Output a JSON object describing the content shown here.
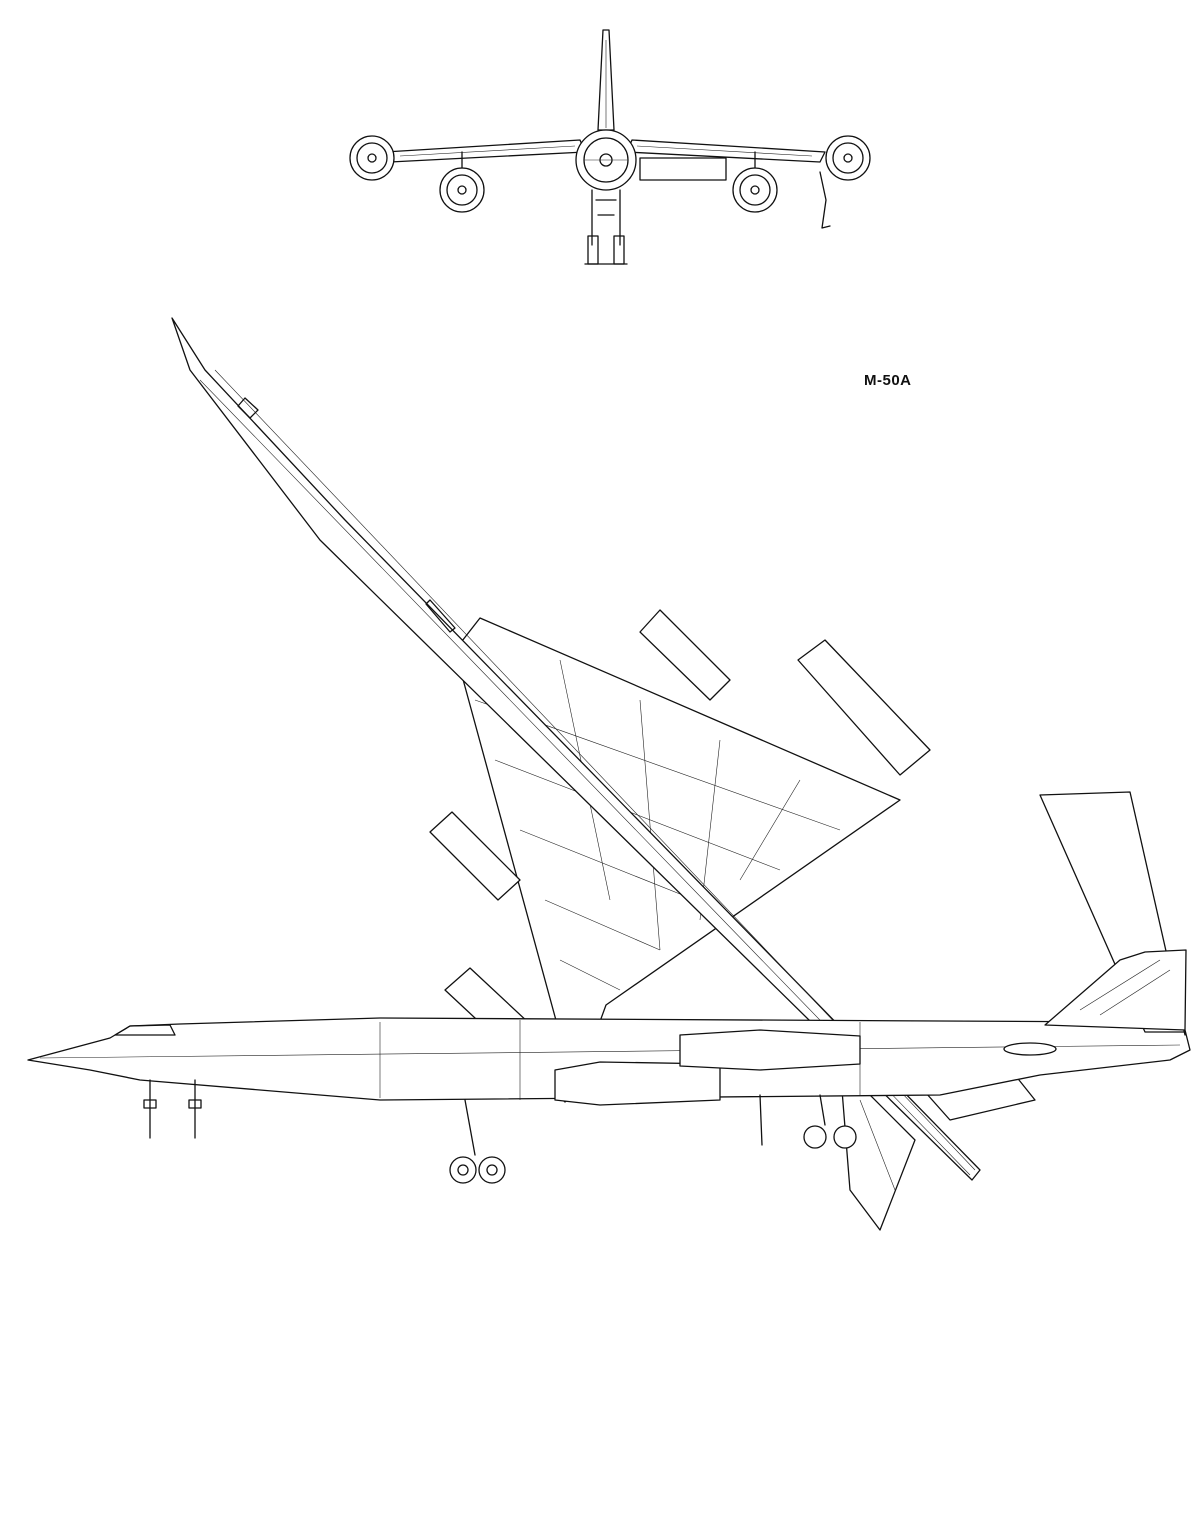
{
  "designation": "M-50A",
  "views": [
    {
      "name": "front-view"
    },
    {
      "name": "top-view"
    },
    {
      "name": "side-view"
    }
  ]
}
